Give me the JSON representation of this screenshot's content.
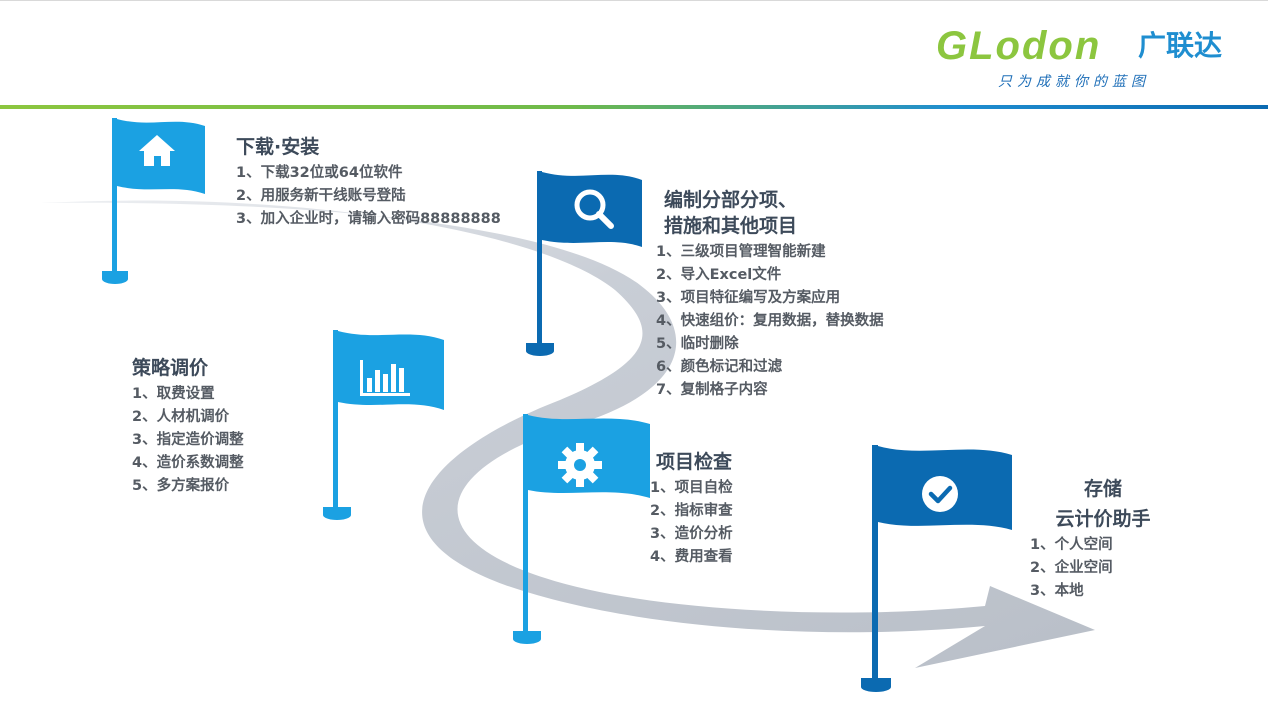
{
  "brand": {
    "logo_word": "GLodon",
    "logo_cn": "广联达",
    "tagline": "只为成就你的蓝图",
    "colors": {
      "green": "#8cc63f",
      "blue": "#1f8ed0",
      "dark_blue": "#0b6ab1",
      "road": "#c4cad3"
    }
  },
  "steps": [
    {
      "icon": "home-icon",
      "color": "#1ba1e2",
      "title_lines": [
        "下载·安装"
      ],
      "items": [
        "1、下载32位或64位软件",
        "2、用服务新干线账号登陆",
        "3、加入企业时，请输入密码88888888"
      ]
    },
    {
      "icon": "search-icon",
      "color": "#0b6ab1",
      "title_lines": [
        "编制分部分项、",
        "措施和其他项目"
      ],
      "items": [
        "1、三级项目管理智能新建",
        "2、导入Excel文件",
        "3、项目特征编写及方案应用",
        "4、快速组价：复用数据，替换数据",
        "5、临时删除",
        "6、颜色标记和过滤",
        "7、复制格子内容"
      ]
    },
    {
      "icon": "bar-chart-icon",
      "color": "#1ba1e2",
      "title_lines": [
        "策略调价"
      ],
      "items": [
        "1、取费设置",
        "2、人材机调价",
        "3、指定造价调整",
        "4、造价系数调整",
        "5、多方案报价"
      ]
    },
    {
      "icon": "gear-icon",
      "color": "#1ba1e2",
      "title_lines": [
        "项目检查"
      ],
      "items": [
        "1、项目自检",
        "2、指标审查",
        "3、造价分析",
        "4、费用查看"
      ]
    },
    {
      "icon": "check-circle-icon",
      "color": "#0b6ab1",
      "title_lines": [
        "存储",
        "云计价助手"
      ],
      "items": [
        "1、个人空间",
        "2、企业空间",
        "3、本地"
      ]
    }
  ]
}
